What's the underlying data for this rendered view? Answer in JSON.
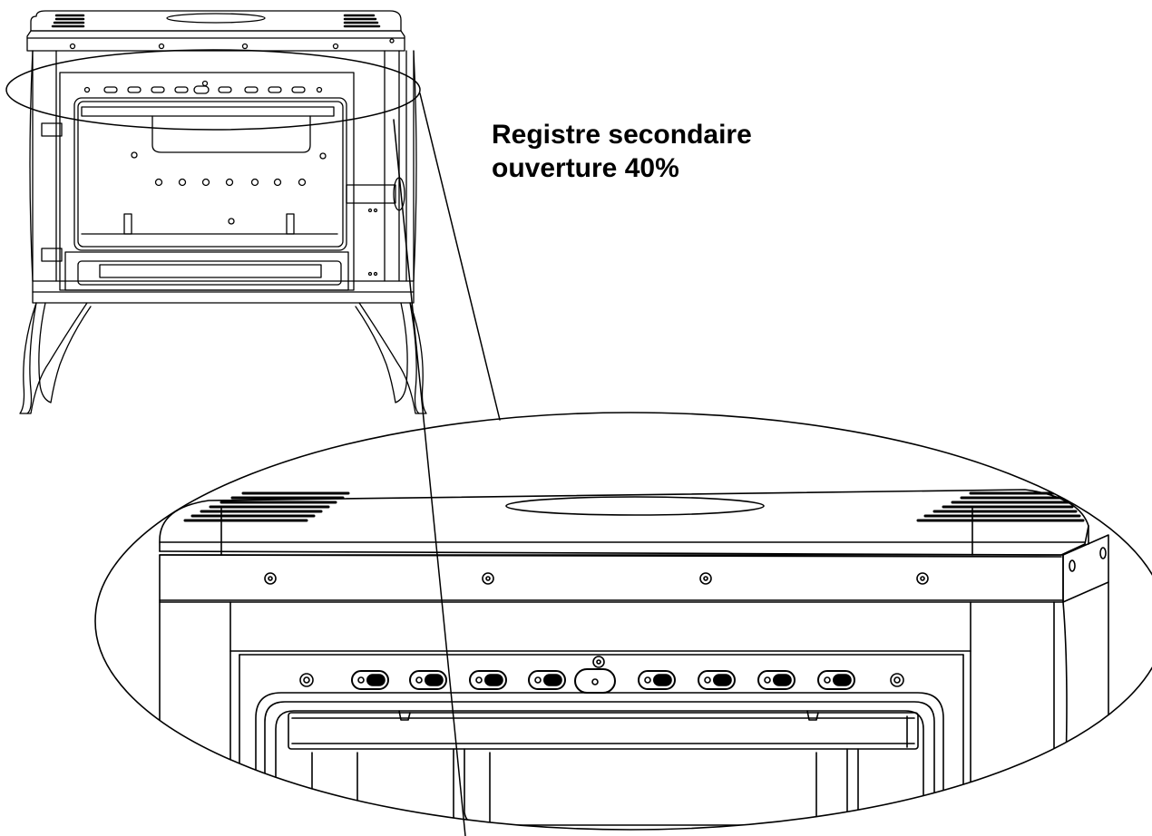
{
  "caption": {
    "line1": "Registre secondaire",
    "line2": "ouverture 40%"
  },
  "colors": {
    "stroke": "#000000",
    "background": "#ffffff"
  },
  "register": {
    "slot_count": 8,
    "opening_fraction": 0.4
  }
}
